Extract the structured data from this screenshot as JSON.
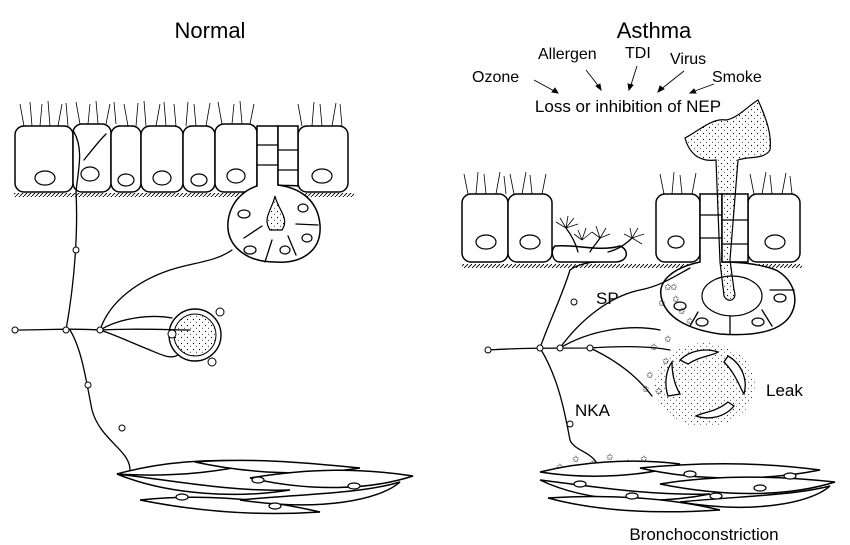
{
  "panels": {
    "normal": {
      "title": "Normal"
    },
    "asthma": {
      "title": "Asthma",
      "triggers": [
        "Ozone",
        "Allergen",
        "TDI",
        "Virus",
        "Smoke"
      ],
      "mechanism": "Loss or inhibition of NEP",
      "labels": {
        "sp": "SP",
        "nka": "NKA",
        "leak": "Leak",
        "outcome": "Bronchoconstriction"
      }
    }
  }
}
